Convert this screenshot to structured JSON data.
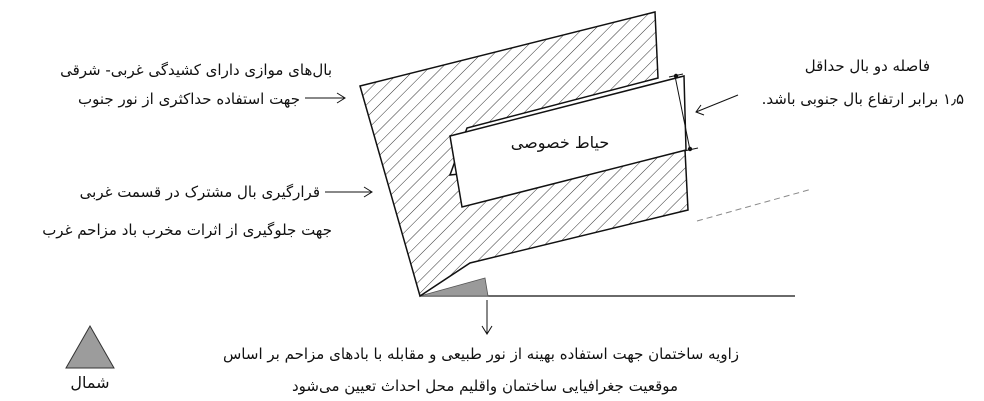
{
  "labels": {
    "wings_line1": "بال‌های موازی دارای کشیدگی غربی- شرقی",
    "wings_line2": "جهت استفاده حداکثری از نور جنوب",
    "common_line1": "قرارگیری بال مشترک در قسمت غربی",
    "common_line2": "جهت جلوگیری از اثرات مخرب باد مزاحم غرب",
    "distance_line1": "فاصله دو بال حداقل",
    "distance_line2": "۱٫۵ برابر ارتفاع بال جنوبی باشد.",
    "courtyard": "حیاط خصوصی",
    "angle_line1": "زاویه ساختمان جهت استفاده بهینه از نور طبیعی و مقابله با بادهای مزاحم بر اساس",
    "angle_line2": "موقعیت جغرافیایی ساختمان واقلیم محل احداث تعیین می‌شود",
    "north": "شمال"
  },
  "colors": {
    "stroke": "#111111",
    "hatch": "#333333",
    "angle_fill": "#9a9a9a",
    "north_fill": "#9c9c9c",
    "dashed": "#8a8a8a"
  }
}
